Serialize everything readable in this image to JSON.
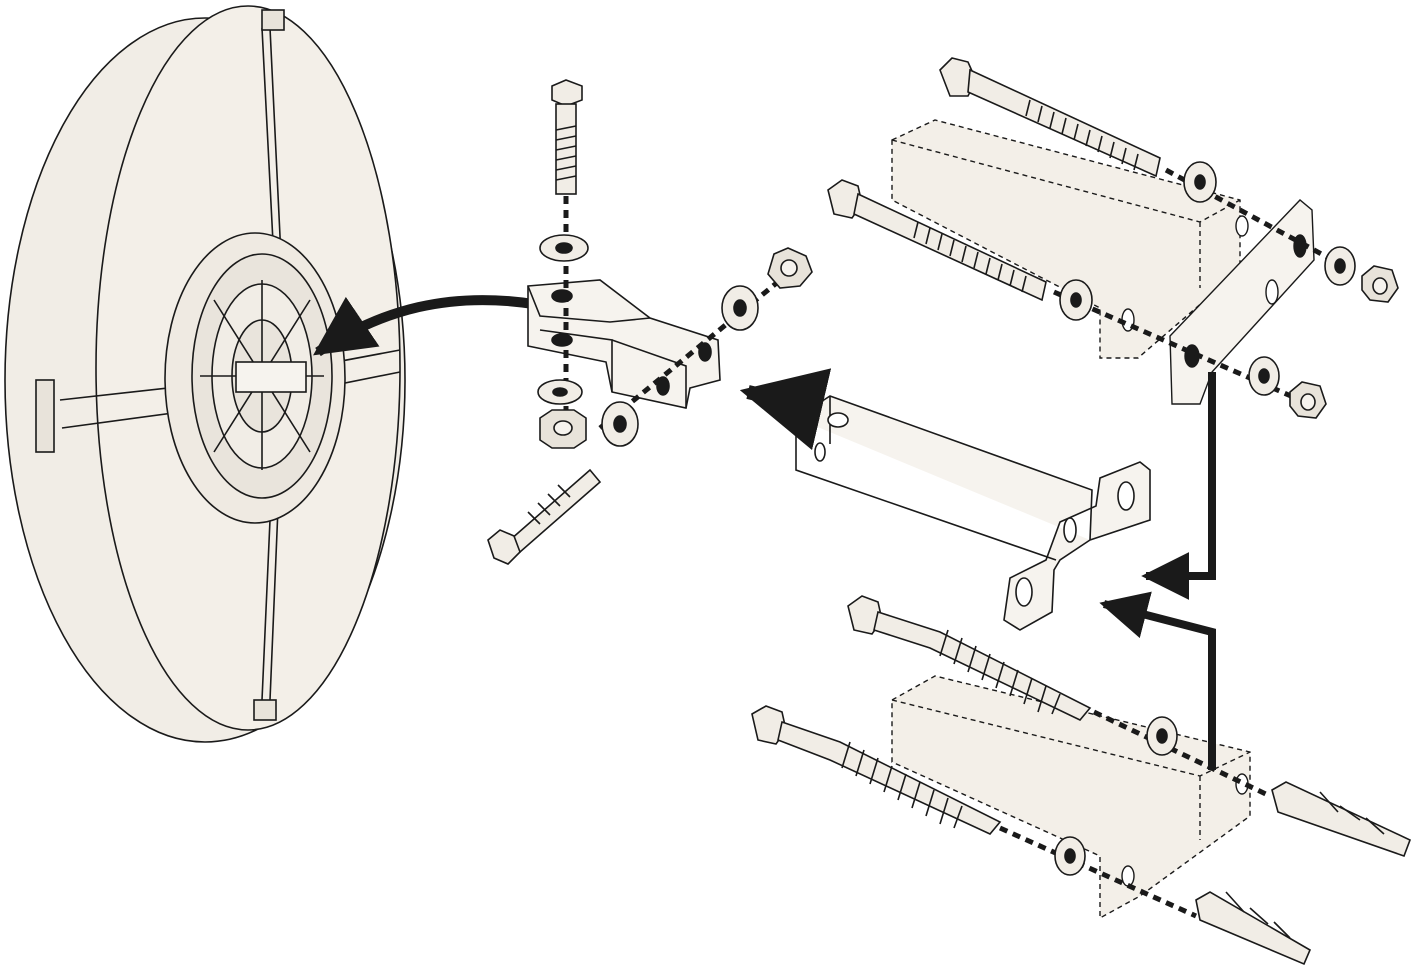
{
  "diagram": {
    "kind": "exploded-assembly",
    "components": [
      "convex-mirror",
      "mirror-hinge-clamp",
      "clamp-bolt",
      "clamp-washer",
      "clamp-nut",
      "mounting-arm",
      "wood-post-bracket",
      "coach-bolt",
      "wall-anchor-screw",
      "wall-plug"
    ],
    "arrows": [
      "clamp-to-mirror-arrow",
      "arm-to-clamp-arrow",
      "wood-mount-to-arm-arrow",
      "wall-mount-to-arm-arrow"
    ]
  },
  "colors": {
    "ink": "#1a1a1a",
    "part_fill": "#f1ede6",
    "metal_fill": "#f6f3ee",
    "post_fill": "#f3efe8",
    "background": "#ffffff"
  }
}
